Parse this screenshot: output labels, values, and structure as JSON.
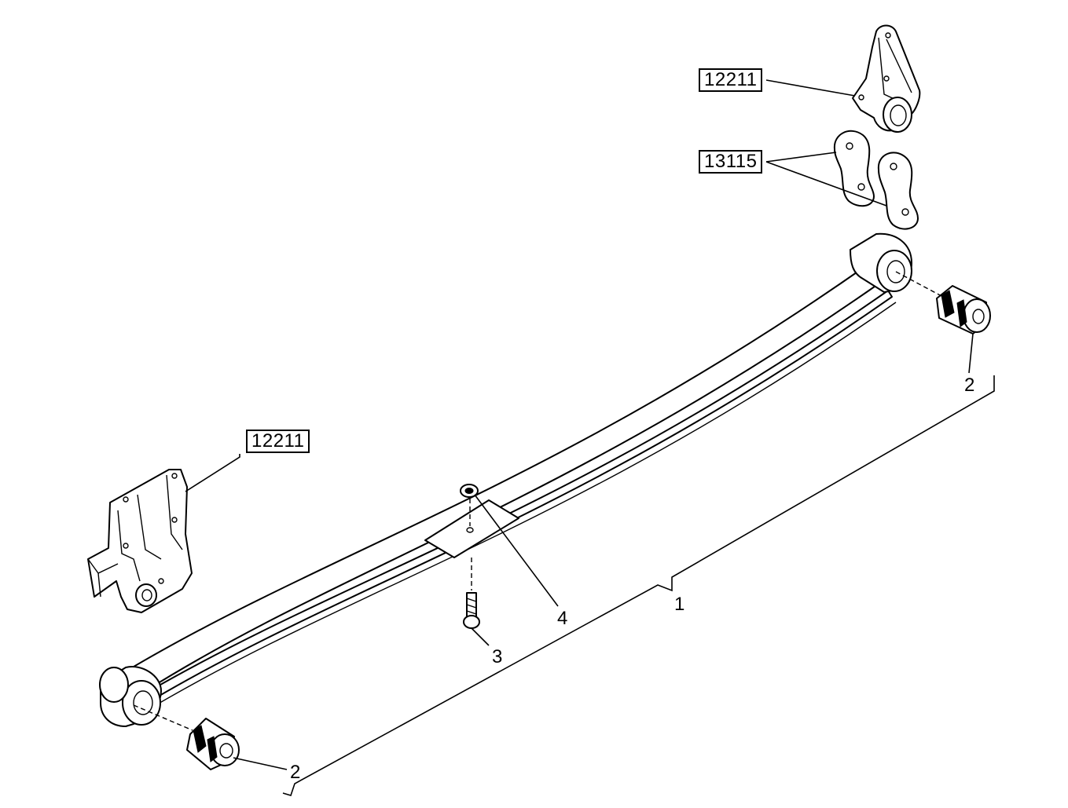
{
  "references": {
    "bracket_top": "12211",
    "shackle_plates": "13115",
    "bracket_left": "12211"
  },
  "callouts": {
    "spring_assembly": "1",
    "bushing_right": "2",
    "bushing_left": "2",
    "center_bolt": "3",
    "nut": "4"
  },
  "colors": {
    "line": "#000000",
    "background": "#ffffff"
  }
}
